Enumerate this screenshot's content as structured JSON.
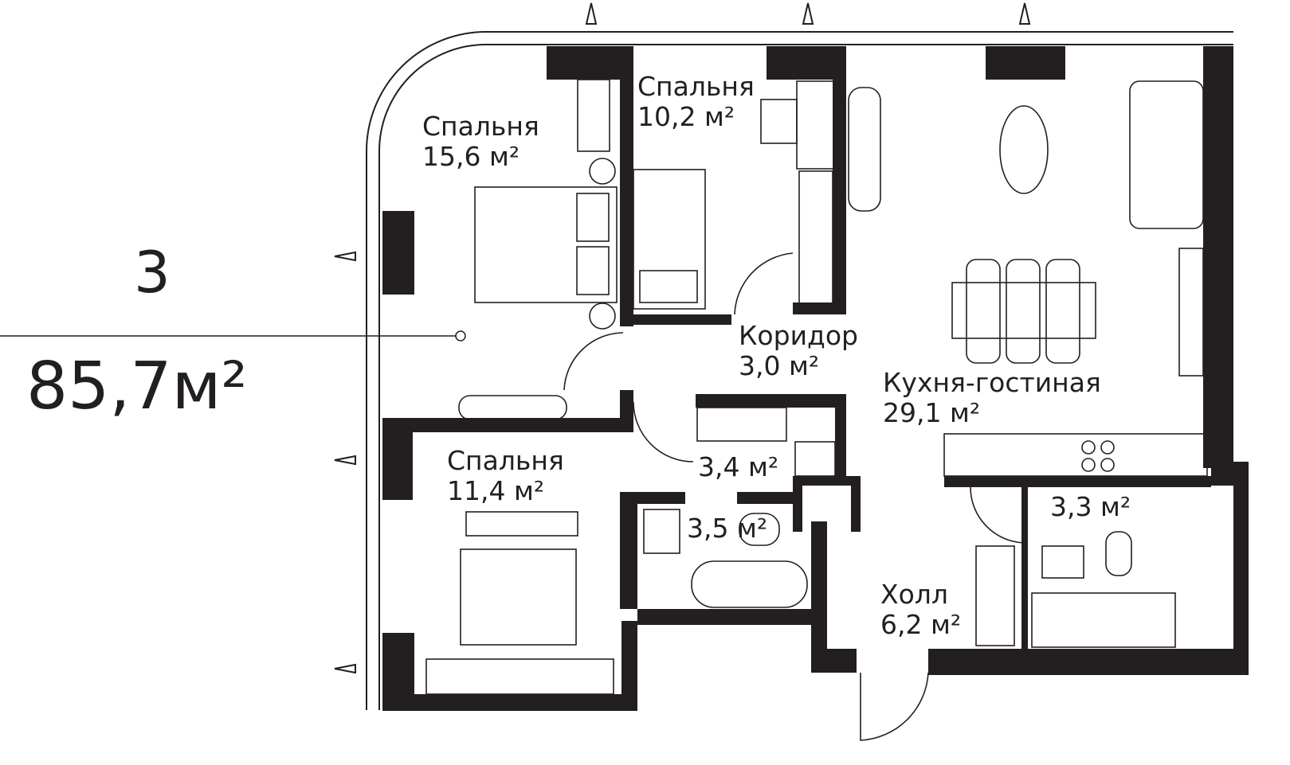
{
  "apartment": {
    "rooms_count": "3",
    "total_area": "85,7м²"
  },
  "rooms": [
    {
      "name": "Спальня",
      "area": "15,6 м²"
    },
    {
      "name": "Спальня",
      "area": "10,2 м²"
    },
    {
      "name": "Коридор",
      "area": "3,0 м²"
    },
    {
      "name": "Кухня-гостиная",
      "area": "29,1 м²"
    },
    {
      "name": "Спальня",
      "area": "11,4 м²"
    },
    {
      "name": "",
      "area": "3,4 м²"
    },
    {
      "name": "",
      "area": "3,5 м²"
    },
    {
      "name": "",
      "area": "3,3 м²"
    },
    {
      "name": "Холл",
      "area": "6,2 м²"
    }
  ],
  "colors": {
    "wall": "#231f20",
    "line": "#231f20",
    "background": "#ffffff"
  }
}
